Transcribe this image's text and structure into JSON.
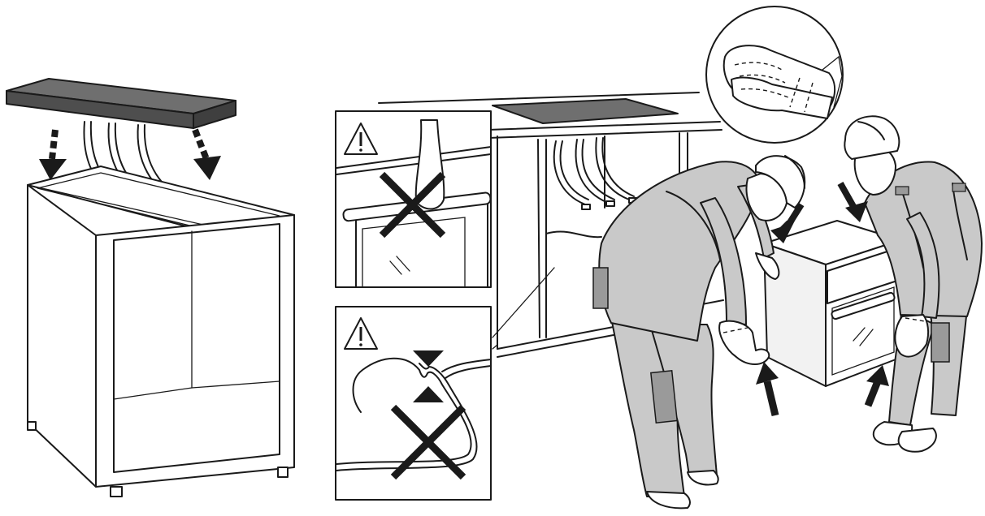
{
  "colors": {
    "line": "#1a1a1a",
    "background": "#ffffff",
    "panel_dark": "#6f6f6f",
    "clothing": "#c9c9c9",
    "clothing_dark": "#9a9a9a",
    "skin": "#ffffff"
  },
  "icons": {
    "warning": "warning-triangle-icon",
    "prohibited": "cross-prohibited-icon",
    "gloves": "protective-gloves-icon",
    "insert_arrow": "dashed-down-arrow-icon",
    "lift_arrow": "solid-arrow-icon",
    "pinch_marker": "pinch-triangle-icon"
  },
  "panels": {
    "left": "cabinet-with-hob-wiring",
    "warning_top": "do-not-lift-by-door-handle",
    "warning_bottom": "do-not-pinch-cable",
    "right": "two-person-lift-with-gloves"
  }
}
